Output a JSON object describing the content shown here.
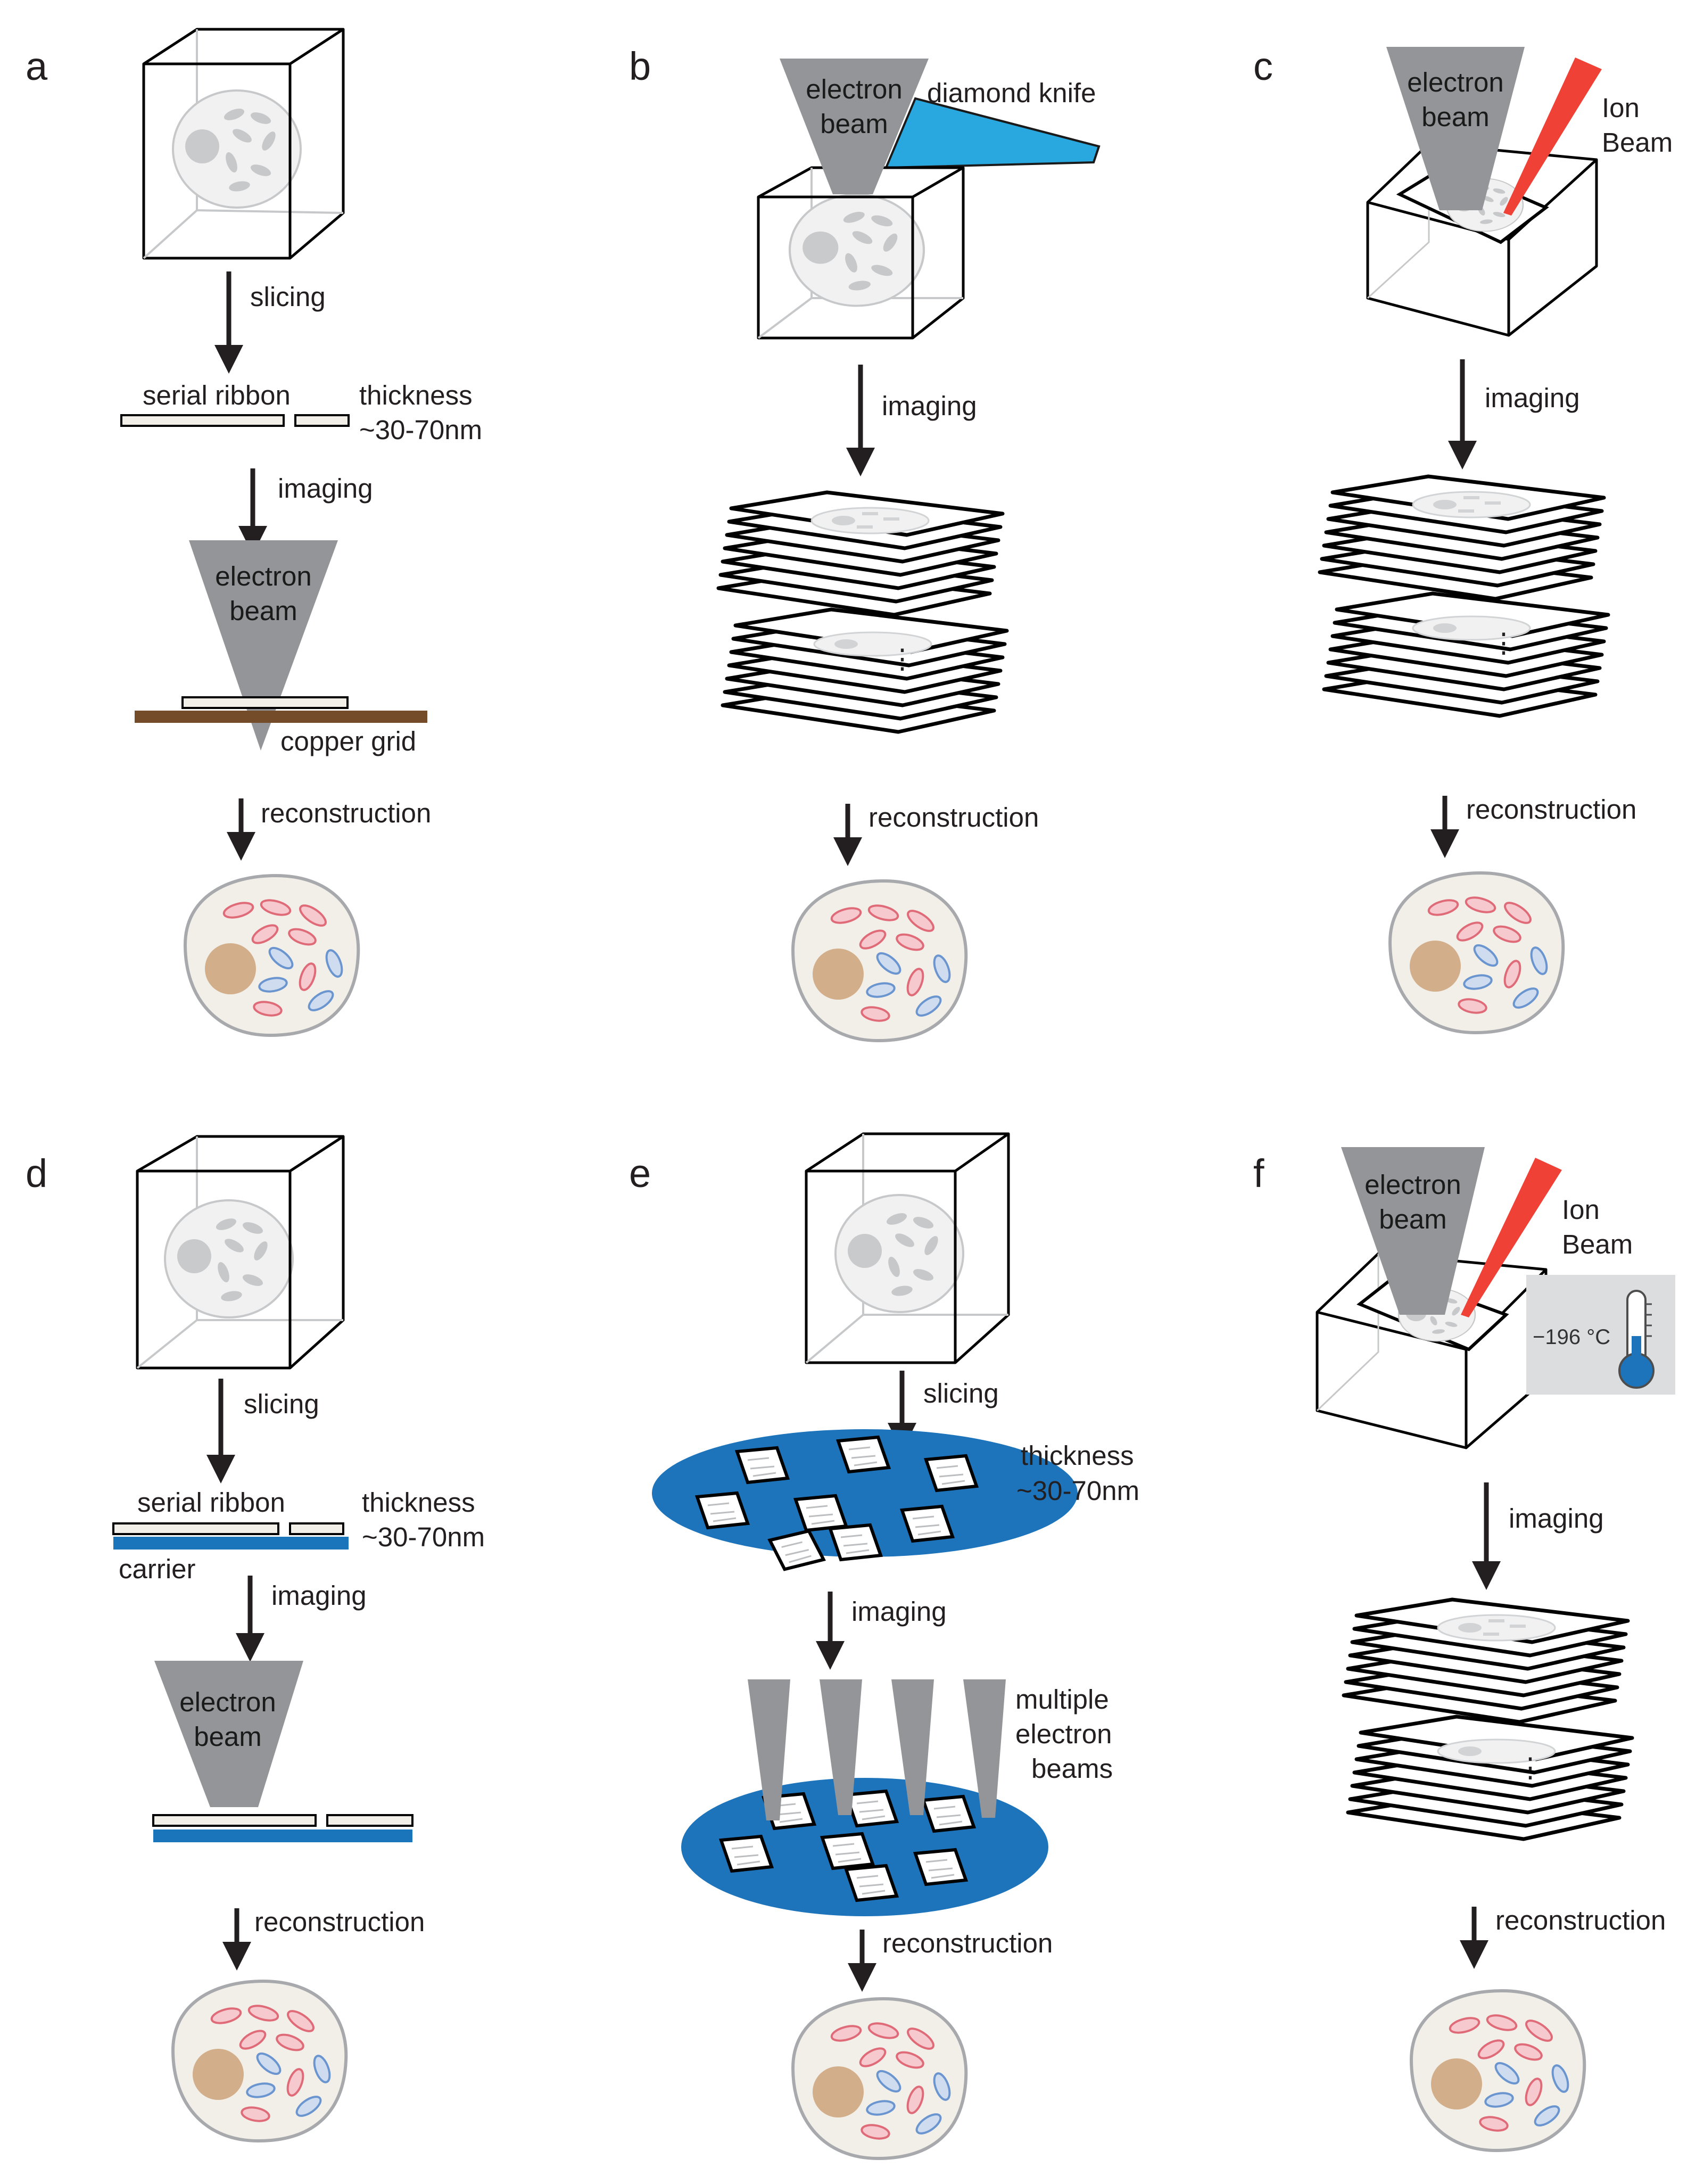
{
  "colors": {
    "beam": "#939598",
    "ion_beam": "#ef4136",
    "knife": "#29a8e0",
    "copper": "#754c29",
    "carrier": "#1b75bb",
    "wafer": "#1d74bb",
    "nucleus": "#d2ae8a",
    "mito_red": "#e06b78",
    "mito_blue": "#6a95cf",
    "cell_fill": "#f2efe9",
    "thermo_bg": "#dcddde"
  },
  "panels": {
    "a": {
      "letter": "a",
      "slicing": "slicing",
      "serial_ribbon": "serial ribbon",
      "thickness": "thickness",
      "thickness_value": "~30-70nm",
      "imaging": "imaging",
      "beam_1": "electron",
      "beam_2": "beam",
      "copper_grid": "copper grid",
      "reconstruction": "reconstruction"
    },
    "b": {
      "letter": "b",
      "beam_1": "electron",
      "beam_2": "beam",
      "knife": "diamond knife",
      "imaging": "imaging",
      "reconstruction": "reconstruction"
    },
    "c": {
      "letter": "c",
      "beam_1": "electron",
      "beam_2": "beam",
      "ion_1": "Ion",
      "ion_2": "Beam",
      "imaging": "imaging",
      "reconstruction": "reconstruction"
    },
    "d": {
      "letter": "d",
      "slicing": "slicing",
      "serial_ribbon": "serial ribbon",
      "thickness": "thickness",
      "thickness_value": "~30-70nm",
      "carrier": "carrier",
      "imaging": "imaging",
      "beam_1": "electron",
      "beam_2": "beam",
      "reconstruction": "reconstruction"
    },
    "e": {
      "letter": "e",
      "slicing": "slicing",
      "thickness": "thickness",
      "thickness_value": "~30-70nm",
      "imaging": "imaging",
      "multi_1": "multiple",
      "multi_2": "electron",
      "multi_3": "beams",
      "reconstruction": "reconstruction"
    },
    "f": {
      "letter": "f",
      "beam_1": "electron",
      "beam_2": "beam",
      "ion_1": "Ion",
      "ion_2": "Beam",
      "temperature": "−196 °C",
      "imaging": "imaging",
      "reconstruction": "reconstruction"
    }
  }
}
